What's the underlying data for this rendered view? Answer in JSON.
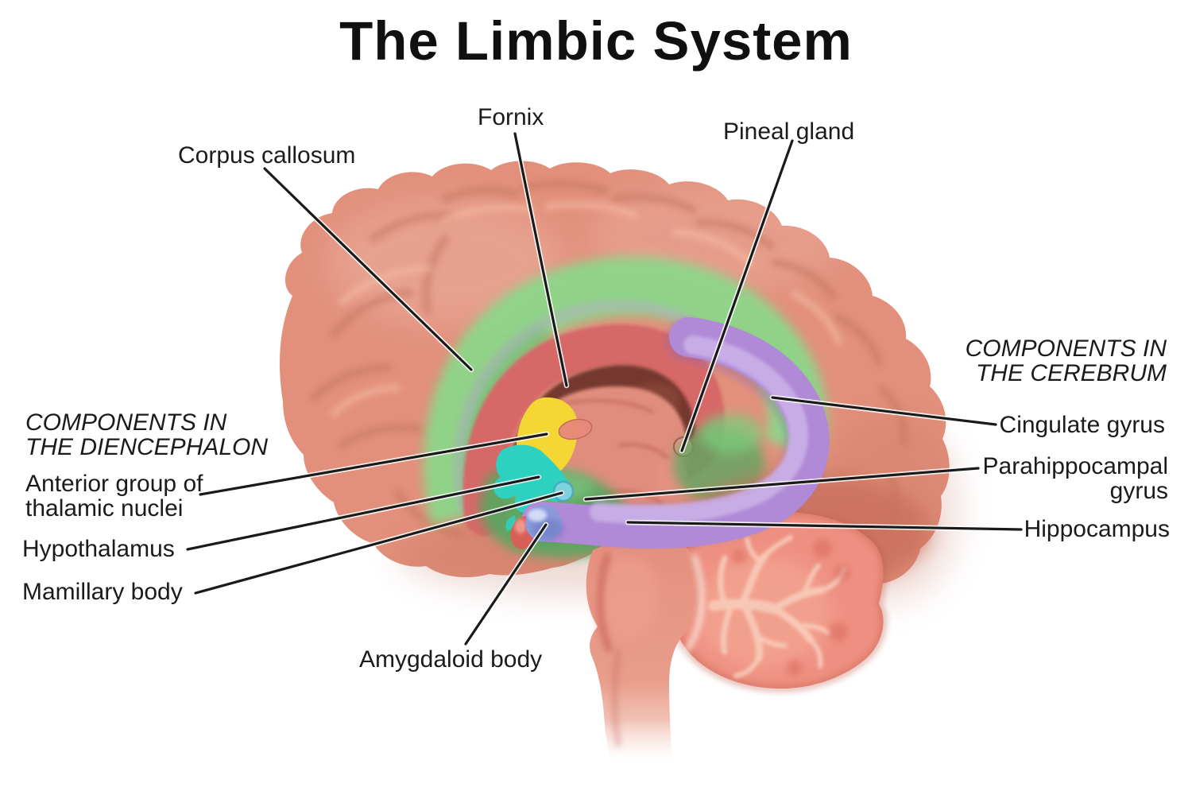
{
  "title": "The Limbic System",
  "group_headings": {
    "diencephalon": [
      "COMPONENTS IN",
      "THE DIENCEPHALON"
    ],
    "cerebrum": [
      "COMPONENTS IN",
      "THE CEREBRUM"
    ]
  },
  "labels": {
    "corpus_callosum": "Corpus callosum",
    "fornix": "Fornix",
    "pineal_gland": "Pineal gland",
    "cingulate_gyrus": "Cingulate gyrus",
    "parahippocampal_gyrus": [
      "Parahippocampal",
      "gyrus"
    ],
    "hippocampus": "Hippocampus",
    "anterior_thalamic_nuclei": [
      "Anterior group of",
      "thalamic nuclei"
    ],
    "hypothalamus": "Hypothalamus",
    "mamillary_body": "Mamillary body",
    "amygdaloid_body": "Amygdaloid body"
  },
  "structure_colors": {
    "cortex": "#e2907b",
    "cingulate_green": "#8ad98a",
    "deep_green": "#55a75f",
    "bright_green": "#7cc57e",
    "ghost_lavender": "#b9a6cf",
    "corpus_red": "#d66868",
    "fornix_maroon": "#74392e",
    "inner_salmon": "#e08d7e",
    "hippocampus_purple": "#b08ad6",
    "purple_light": "#cdb2e9",
    "thalamus_yellow": "#f5d733",
    "hypothalamus_teal": "#2ed0c0",
    "mamillary_blue": "#7fd2dc",
    "amygdala_blue": "#8c99da",
    "red_nucleus": "#d85f55",
    "cerebellum_pink": "#ee9081",
    "arbor_cream": "#f8cab8",
    "leader_line": "#1a1a1a",
    "label_text": "#1b1b1b"
  }
}
